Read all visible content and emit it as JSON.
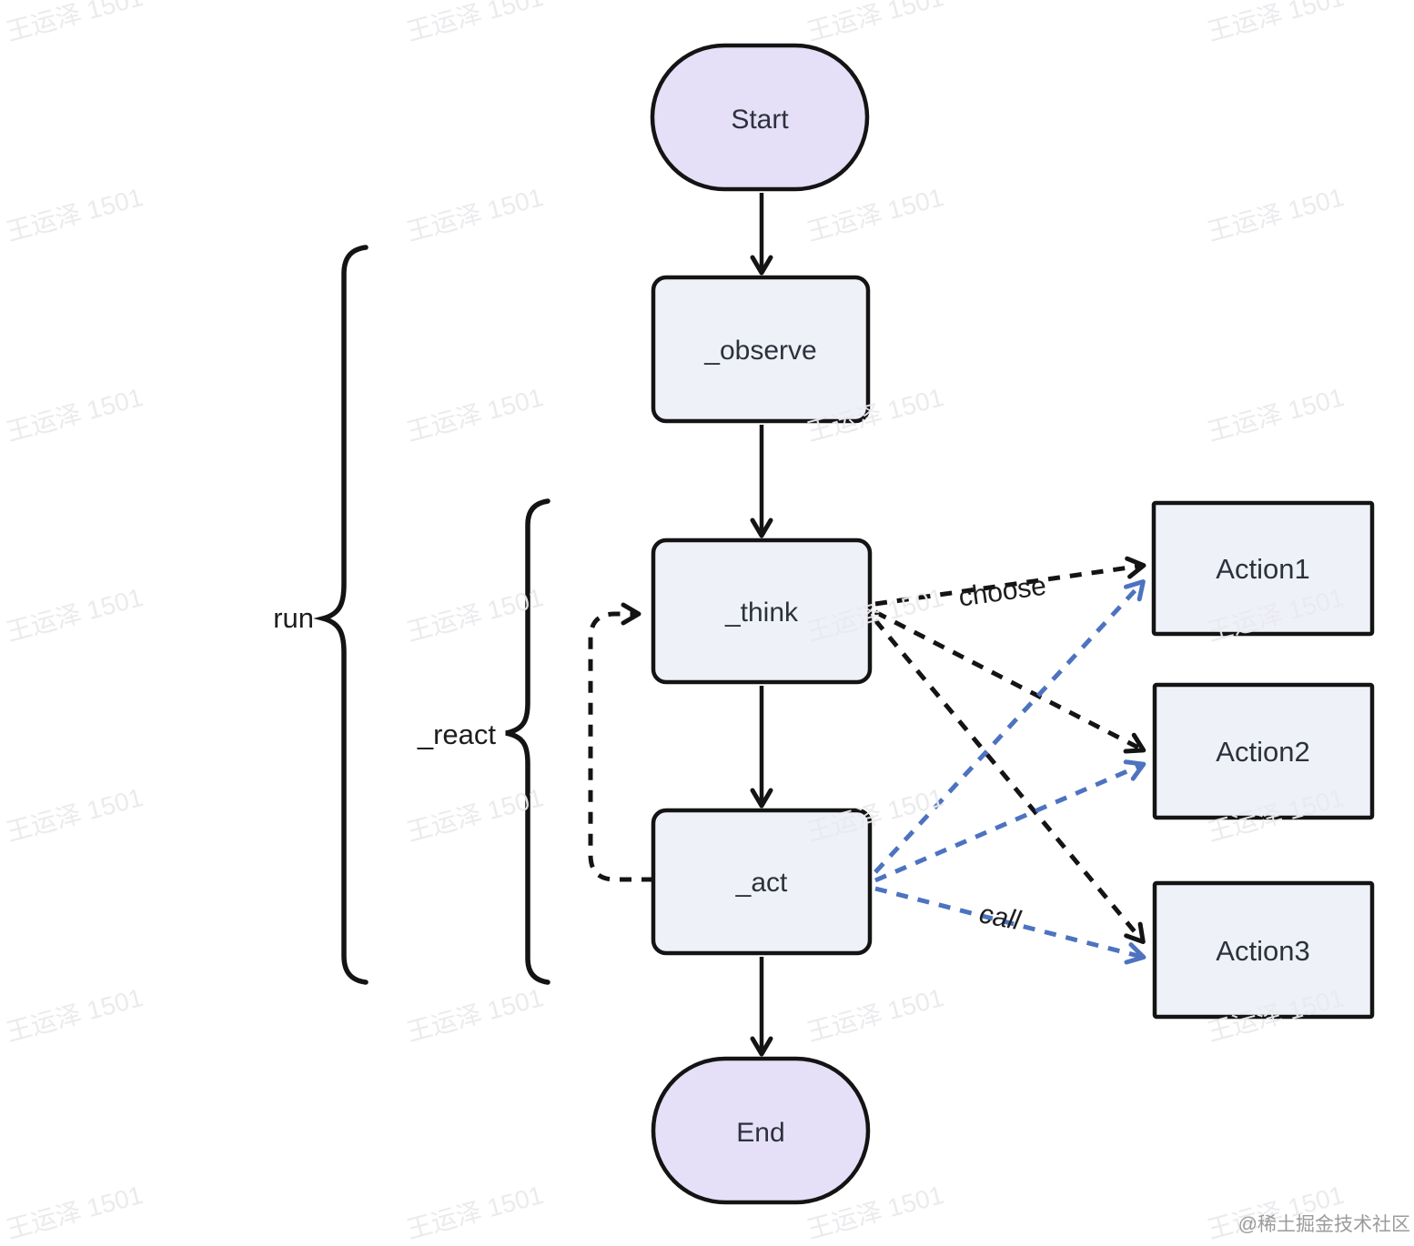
{
  "diagram": {
    "nodes": {
      "start": "Start",
      "observe": "_observe",
      "think": "_think",
      "act": "_act",
      "end": "End",
      "action1": "Action1",
      "action2": "Action2",
      "action3": "Action3"
    },
    "edge_labels": {
      "choose": "choose",
      "call": "call"
    },
    "group_labels": {
      "run": "run",
      "react": "_react"
    },
    "colors": {
      "terminal_fill": "#e5e0f7",
      "process_fill": "#eef1f8",
      "border": "#141414",
      "choose_edge": "#141414",
      "call_edge": "#4d73c0",
      "watermark": "#eaeaee",
      "credit": "#9b9b9b"
    }
  },
  "watermark": {
    "text": "王运泽 1501"
  },
  "footer": {
    "credit": "@稀土掘金技术社区"
  }
}
